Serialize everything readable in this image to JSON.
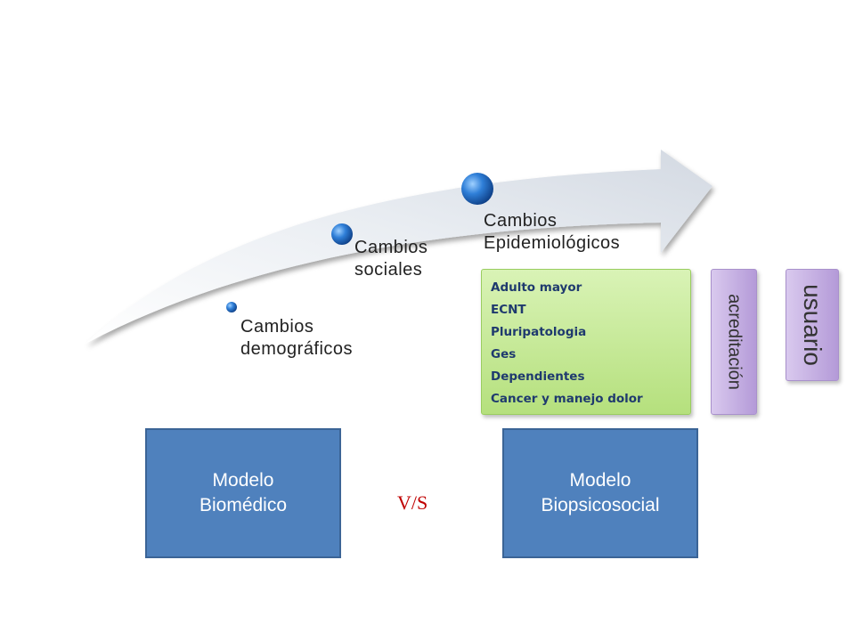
{
  "steps": [
    {
      "label": "Cambios demográficos"
    },
    {
      "label": "Cambios sociales"
    },
    {
      "label": "Cambios Epidemiológicos"
    }
  ],
  "list_box": {
    "items": [
      "Adulto mayor",
      "ECNT",
      "Pluripatologia",
      "Ges",
      "Dependientes",
      "Cancer y manejo dolor"
    ]
  },
  "tag_acreditacion": "acreditación",
  "tag_usuario": "usuario",
  "model_left": "Modelo Biomédico",
  "model_right": "Modelo Biopsicosocial",
  "vs_label": "V/S",
  "colors": {
    "model_fill": "#4f81bd",
    "list_fill": "#c5ea96",
    "tag_fill": "#c6b0e3",
    "vs_text": "#c00000"
  }
}
